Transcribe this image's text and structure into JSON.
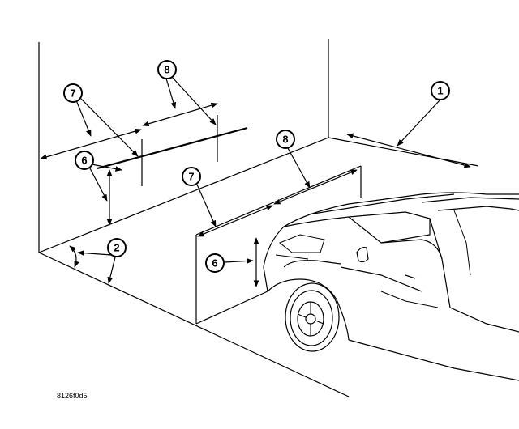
{
  "callouts": [
    {
      "label": "1"
    },
    {
      "label": "2"
    },
    {
      "label": "6"
    },
    {
      "label": "6"
    },
    {
      "label": "7"
    },
    {
      "label": "7"
    },
    {
      "label": "8"
    },
    {
      "label": "8"
    }
  ],
  "figure_code": "8126f0d5",
  "line_color": "#000000",
  "background_color": "#ffffff"
}
